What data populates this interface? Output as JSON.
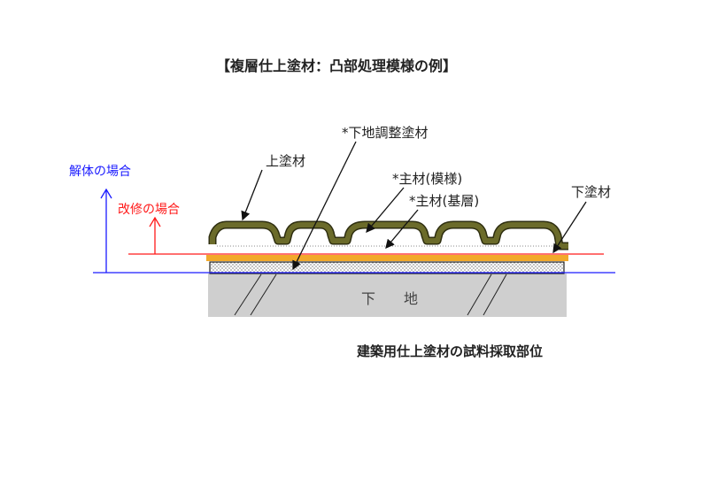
{
  "title": "【複層仕上塗材：凸部処理模様の例】",
  "labels": {
    "top_coat": "上塗材",
    "base_adjust": "*下地調整塗材",
    "main_pattern": "*主材(模様)",
    "main_base": "*主材(基層)",
    "primer": "下塗材",
    "substrate": "下　　地",
    "demolition": "解体の場合",
    "renovation": "改修の場合"
  },
  "caption": "建築用仕上塗材の試料採取部位",
  "colors": {
    "demolition": "#1a1aff",
    "renovation": "#ff1a1a",
    "top_coat": "#6b6b2a",
    "primer": "#f2a92a",
    "substrate": "#cfcfcf"
  }
}
